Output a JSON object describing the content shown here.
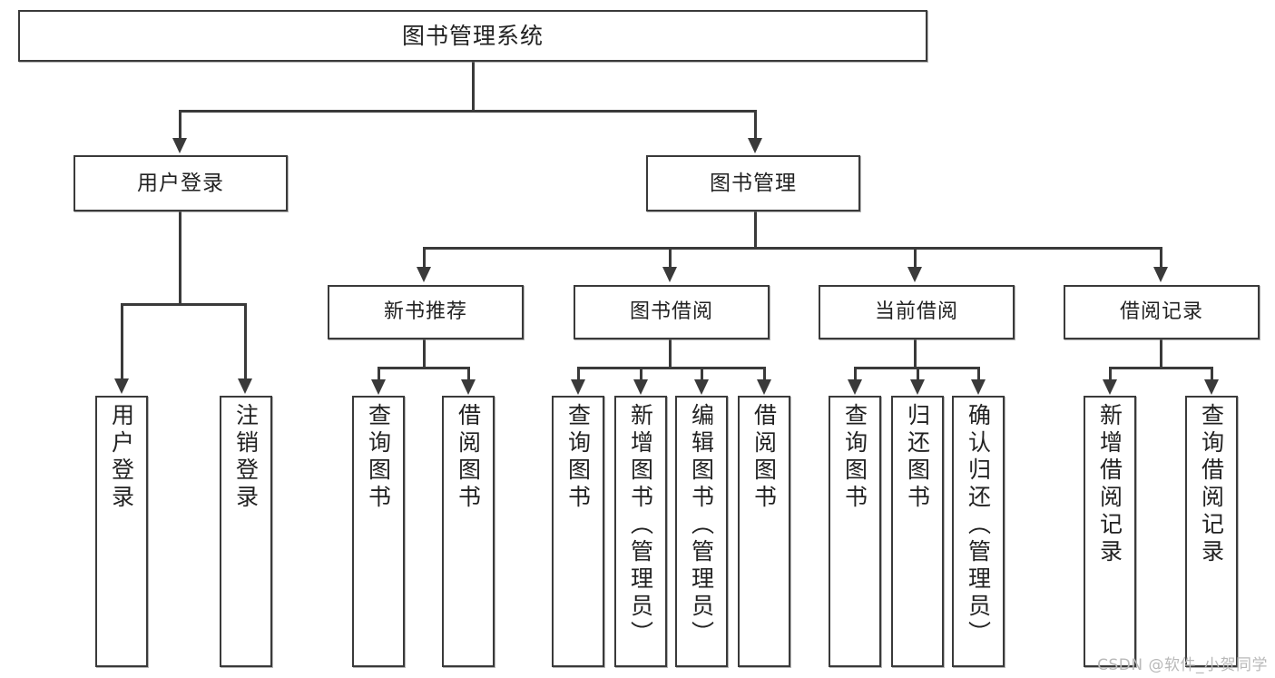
{
  "diagram": {
    "type": "tree-hierarchy-flowchart",
    "title": "图书管理系统",
    "watermark": "CSDN @软件_小贺同学",
    "colors": {
      "stroke": "#3a3a3a",
      "fill": "#ffffff",
      "text": "#222222",
      "watermark": "#b9b9b9"
    },
    "levels": [
      {
        "level": 0,
        "nodes": [
          {
            "id": "root",
            "label": "图书管理系统"
          }
        ]
      },
      {
        "level": 1,
        "nodes": [
          {
            "id": "user-login",
            "label": "用户登录",
            "parent": "root"
          },
          {
            "id": "book-manage",
            "label": "图书管理",
            "parent": "root"
          }
        ]
      },
      {
        "level": 2,
        "nodes": [
          {
            "id": "new-book-rec",
            "label": "新书推荐",
            "parent": "book-manage"
          },
          {
            "id": "book-borrow",
            "label": "图书借阅",
            "parent": "book-manage"
          },
          {
            "id": "current-borrow",
            "label": "当前借阅",
            "parent": "book-manage"
          },
          {
            "id": "borrow-record",
            "label": "借阅记录",
            "parent": "book-manage"
          }
        ]
      },
      {
        "level": 3,
        "nodes": [
          {
            "id": "leaf-user-login",
            "label": "用户登录",
            "parent": "user-login"
          },
          {
            "id": "leaf-logout",
            "label": "注销登录",
            "parent": "user-login"
          },
          {
            "id": "leaf-query-book-1",
            "label": "查询图书",
            "parent": "new-book-rec"
          },
          {
            "id": "leaf-borrow-book-1",
            "label": "借阅图书",
            "parent": "new-book-rec"
          },
          {
            "id": "leaf-query-book-2",
            "label": "查询图书",
            "parent": "book-borrow"
          },
          {
            "id": "leaf-add-book",
            "label": "新增图书（管理员）",
            "parent": "book-borrow"
          },
          {
            "id": "leaf-edit-book",
            "label": "编辑图书（管理员）",
            "parent": "book-borrow"
          },
          {
            "id": "leaf-borrow-book-2",
            "label": "借阅图书",
            "parent": "book-borrow"
          },
          {
            "id": "leaf-query-book-3",
            "label": "查询图书",
            "parent": "current-borrow"
          },
          {
            "id": "leaf-return-book",
            "label": "归还图书",
            "parent": "current-borrow"
          },
          {
            "id": "leaf-confirm-return",
            "label": "确认归还（管理员）",
            "parent": "current-borrow"
          },
          {
            "id": "leaf-add-record",
            "label": "新增借阅记录",
            "parent": "borrow-record"
          },
          {
            "id": "leaf-query-record",
            "label": "查询借阅记录",
            "parent": "borrow-record"
          }
        ]
      }
    ]
  }
}
